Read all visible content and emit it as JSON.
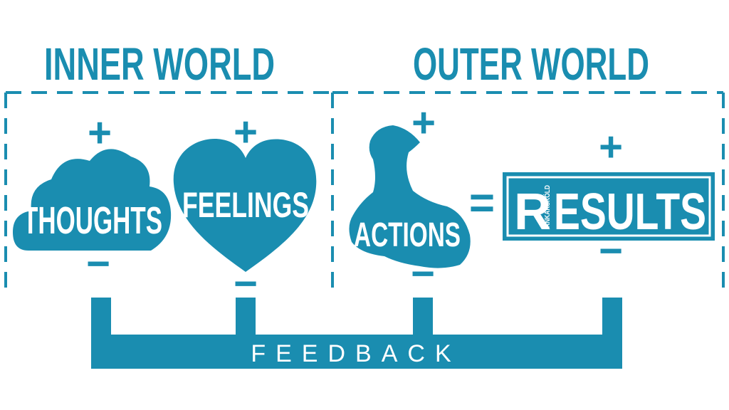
{
  "theme": {
    "accent": "#1a8db0",
    "background": "#ffffff"
  },
  "headings": {
    "inner": "INNER WORLD",
    "outer": "OUTER WORLD"
  },
  "nodes": {
    "thoughts": {
      "label": "THOUGHTS",
      "plus": "+",
      "minus": "−",
      "icon": "cloud-icon"
    },
    "feelings": {
      "label": "FEELINGS",
      "plus": "+",
      "minus": "−",
      "icon": "heart-icon"
    },
    "actions": {
      "label": "ACTIONS",
      "plus": "+",
      "minus": "−",
      "icon": "flexed-arm-icon"
    },
    "results": {
      "label_initial": "R",
      "label_rest": "ESULTS",
      "brand": "ANKARSKÖLD",
      "plus": "+",
      "minus": "−",
      "icon": "results-stamp-icon"
    }
  },
  "equals": "=",
  "feedback": {
    "label": "FEEDBACK"
  }
}
